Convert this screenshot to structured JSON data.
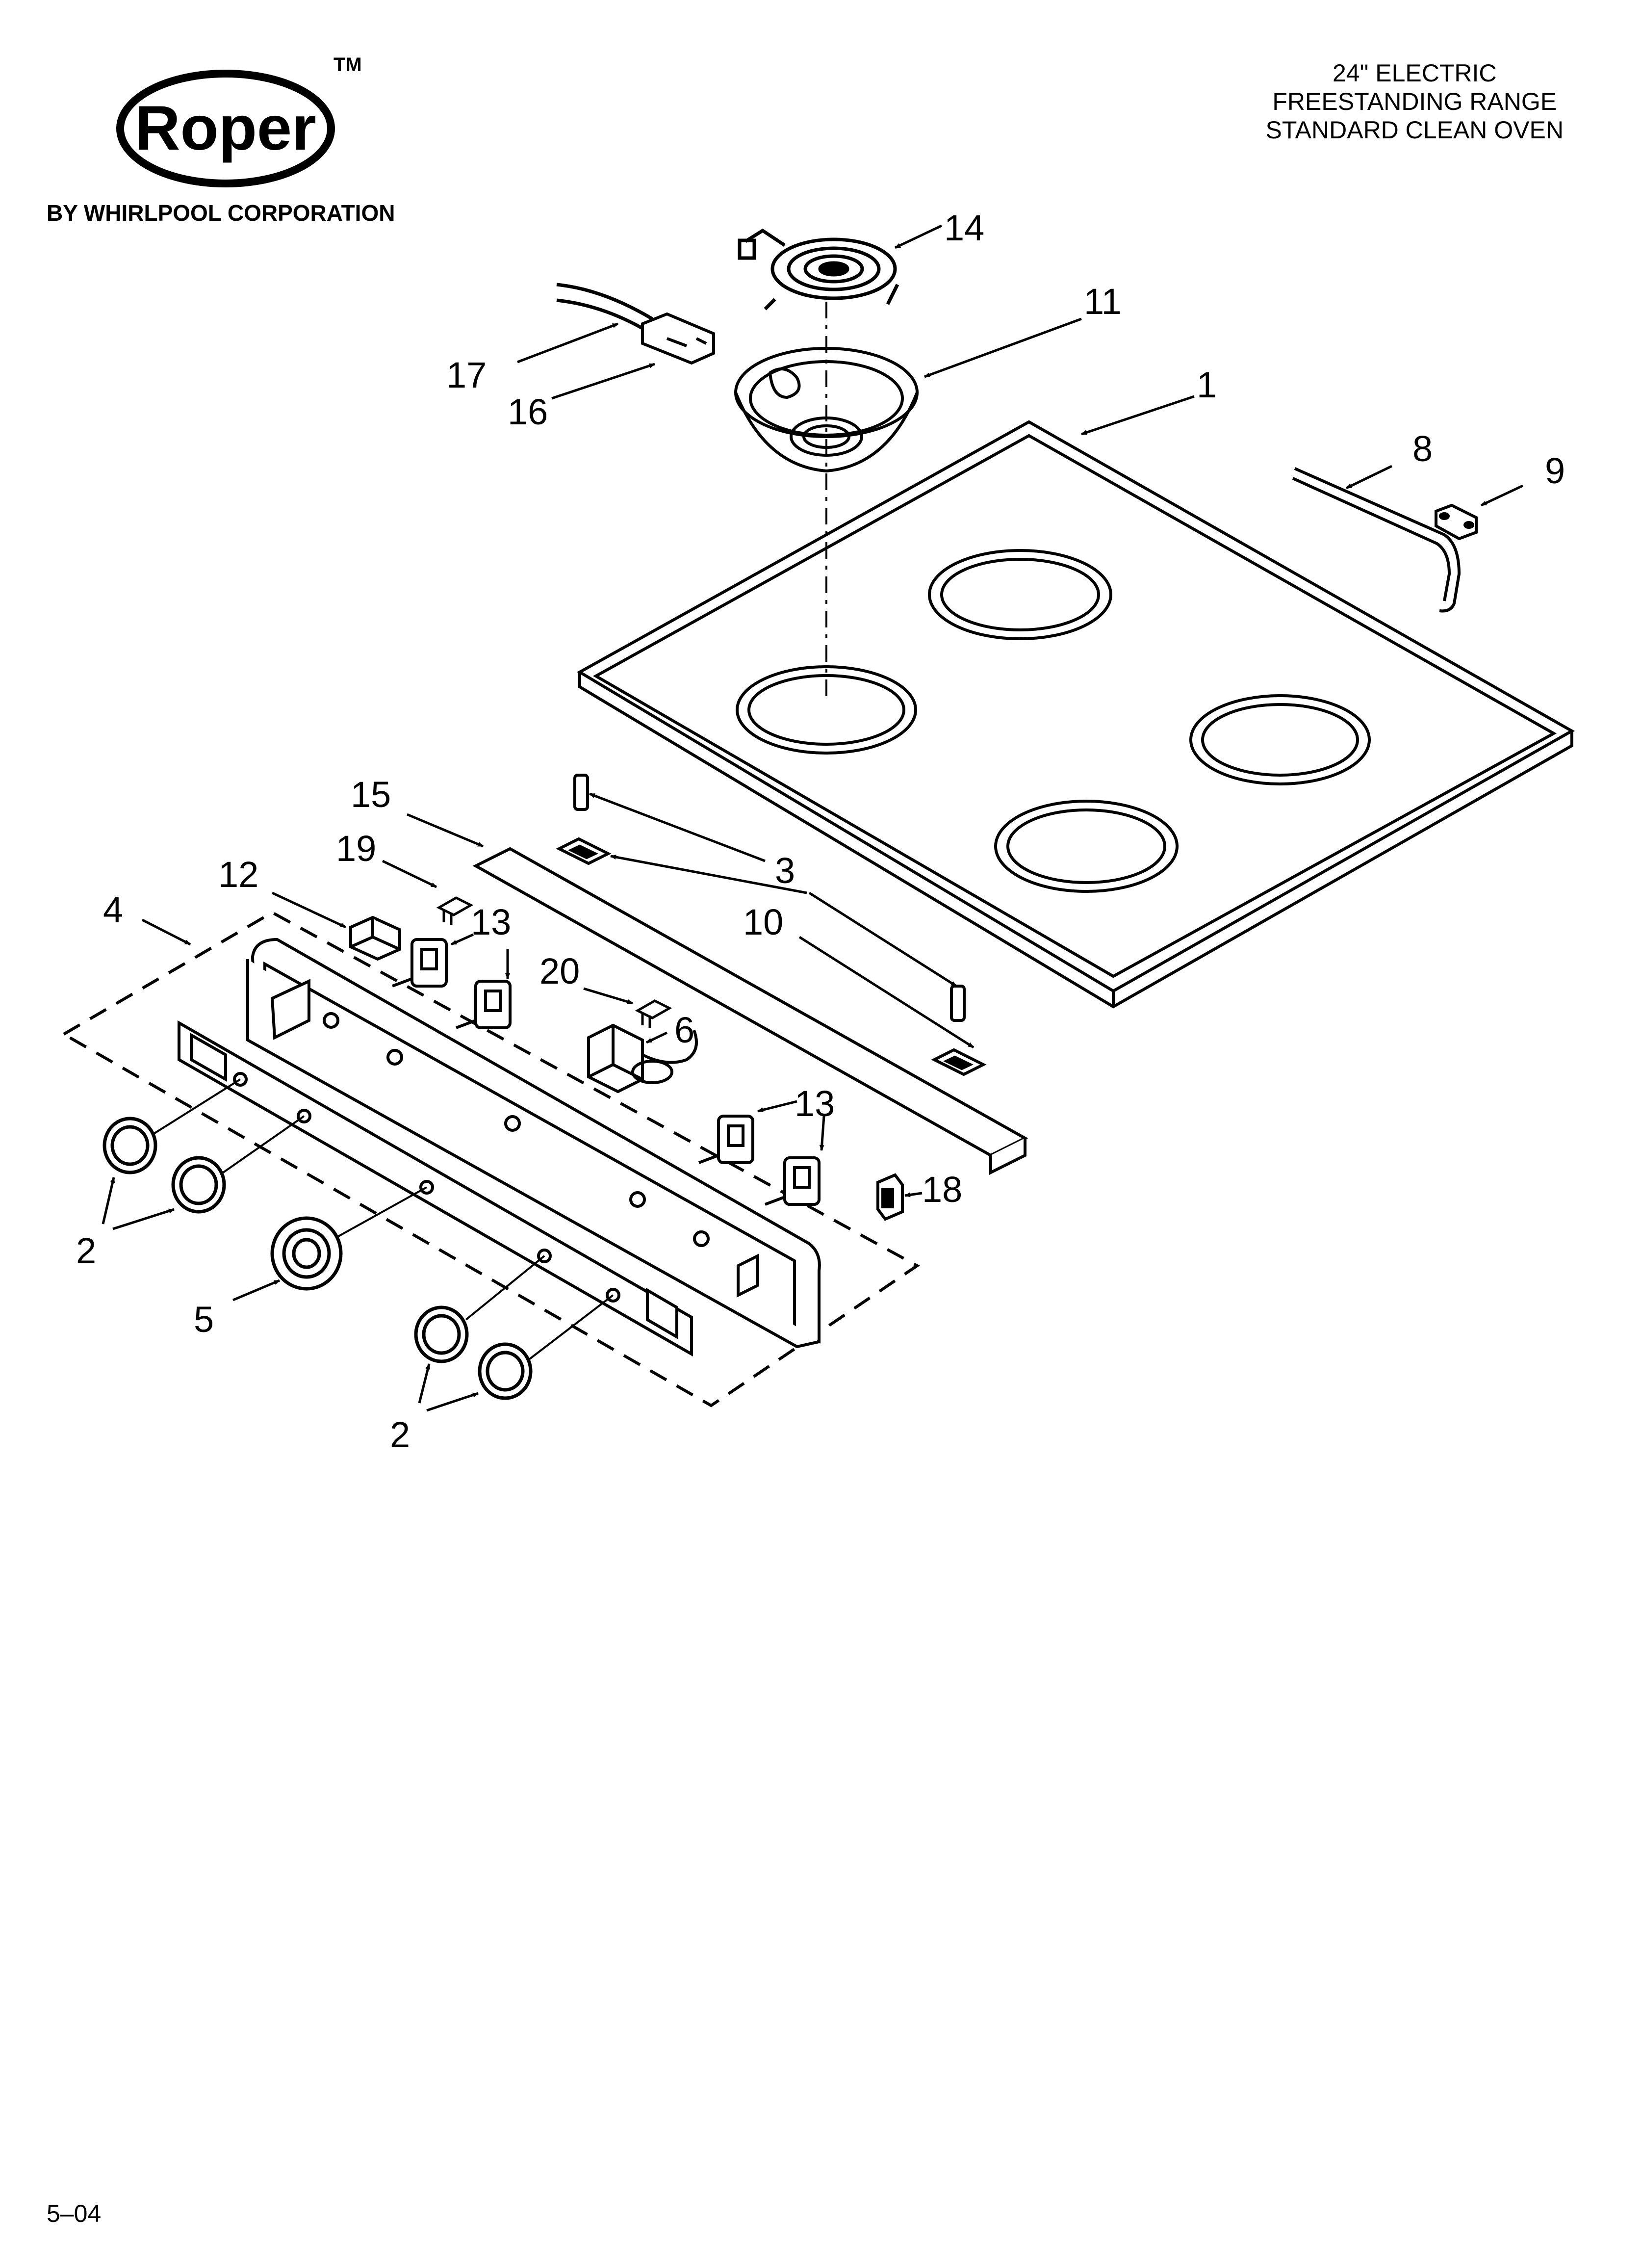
{
  "brand": {
    "logo_text": "Roper",
    "trademark": "TM",
    "tagline": "BY WHIRLPOOL CORPORATION"
  },
  "header": {
    "line1": "24\" ELECTRIC",
    "line2": "FREESTANDING RANGE",
    "line3": "STANDARD CLEAN OVEN"
  },
  "callouts": {
    "c1": "1",
    "c2a": "2",
    "c2b": "2",
    "c3": "3",
    "c4": "4",
    "c5": "5",
    "c6": "6",
    "c8": "8",
    "c9": "9",
    "c10": "10",
    "c11": "11",
    "c12": "12",
    "c13a": "13",
    "c13b": "13",
    "c14": "14",
    "c15": "15",
    "c16": "16",
    "c17": "17",
    "c18": "18",
    "c19": "19",
    "c20": "20"
  },
  "footer": {
    "date_code": "5–04"
  }
}
